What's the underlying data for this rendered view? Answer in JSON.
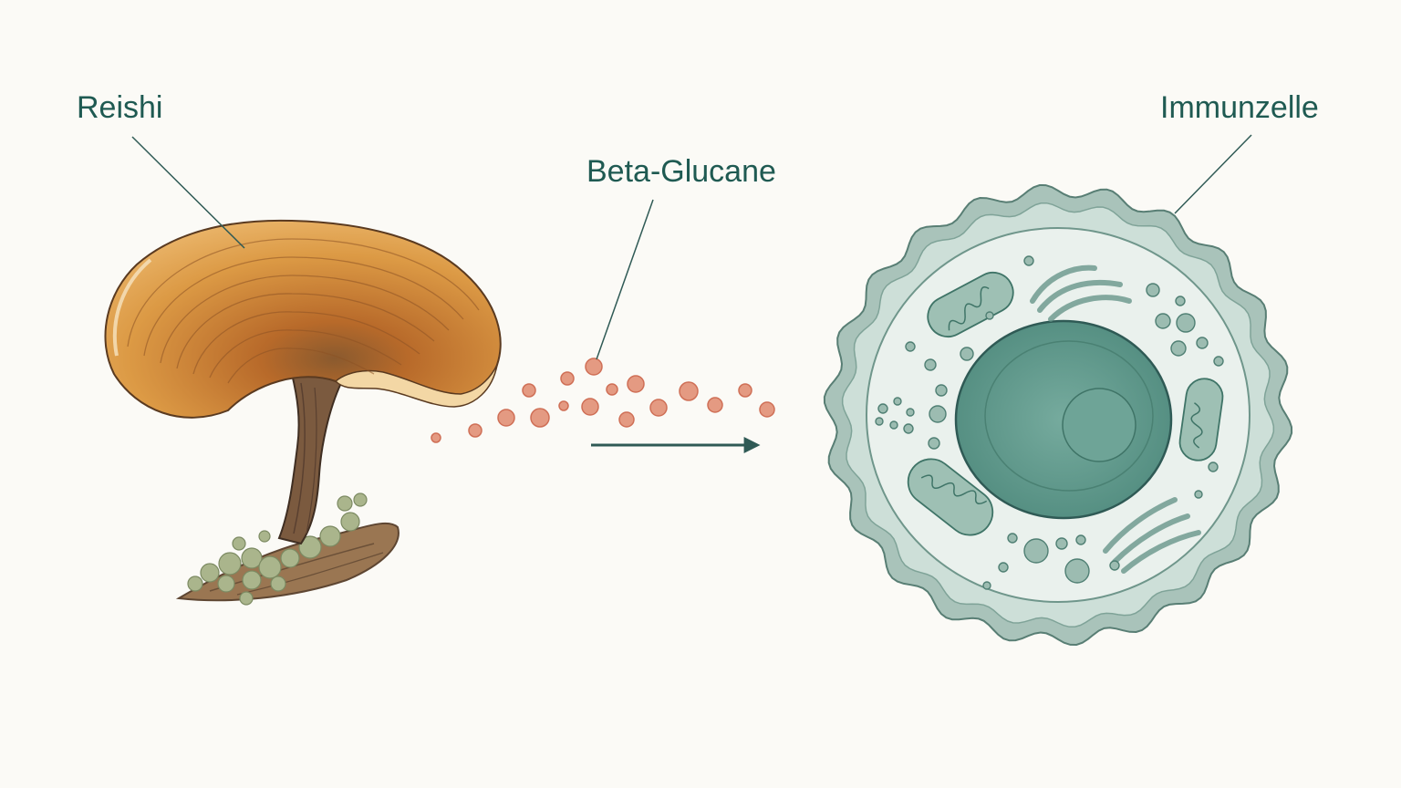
{
  "labels": {
    "mushroom": "Reishi",
    "particles": "Beta-Glucane",
    "cell": "Immunzelle"
  },
  "colors": {
    "background": "#fbfaf6",
    "label_text": "#1f5a52",
    "leader_line": "#2f5a55",
    "arrow": "#2f5a55",
    "cap_dark": "#b86a2a",
    "cap_light": "#e7a957",
    "cap_rim": "#f6dfb3",
    "stem": "#7a5a40",
    "moss": "#a9b48a",
    "particle_fill": "#e49a82",
    "particle_stroke": "#cf6f56",
    "cell_outer": "#9fbcb3",
    "cell_membrane": "#c7d9d2",
    "cytoplasm": "#e9f0ec",
    "nucleus": "#5e9a8c",
    "nucleolus": "#6fa598",
    "organelle": "#8fb5a8"
  },
  "icons": {
    "mushroom": "reishi-mushroom-illustration",
    "particles": "beta-glucan-particles",
    "arrow": "right-arrow",
    "cell": "immune-cell-illustration"
  }
}
